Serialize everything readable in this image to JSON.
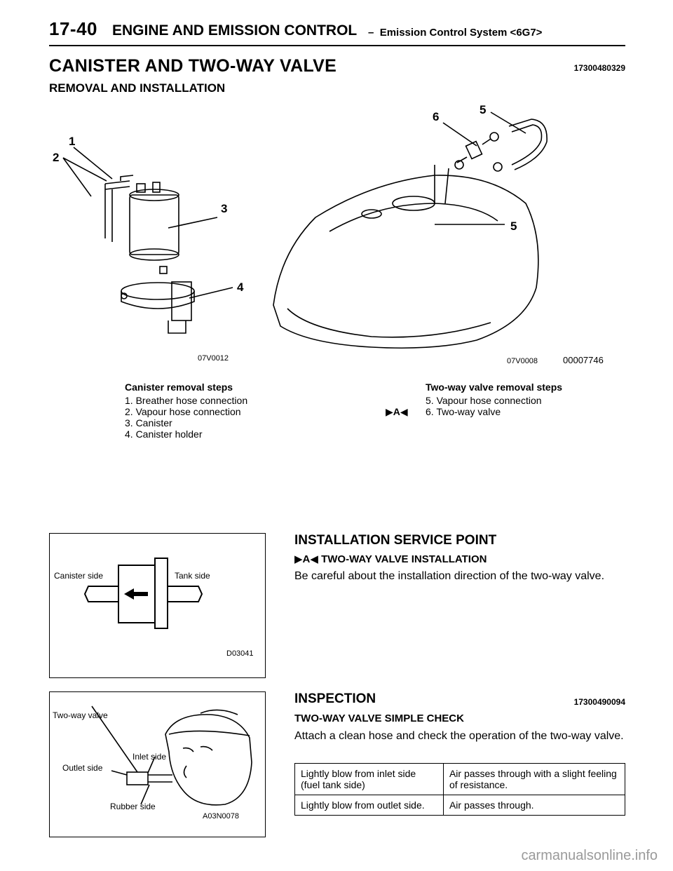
{
  "header": {
    "page_number": "17-40",
    "title": "ENGINE AND EMISSION CONTROL",
    "separator": "–",
    "subtitle": "Emission Control System <6G7>"
  },
  "section": {
    "title": "CANISTER AND TWO-WAY VALVE",
    "code": "17300480329",
    "subtitle": "REMOVAL AND INSTALLATION"
  },
  "figure_main": {
    "callouts": [
      "1",
      "2",
      "3",
      "4",
      "5",
      "6",
      "5"
    ],
    "left_code": "07V0012",
    "right_code": "07V0008",
    "ref": "00007746"
  },
  "canister_steps": {
    "heading": "Canister removal steps",
    "items": [
      "1. Breather hose connection",
      "2. Vapour hose connection",
      "3. Canister",
      "4. Canister holder"
    ]
  },
  "valve_steps": {
    "heading": "Two-way valve removal steps",
    "items": [
      "5. Vapour hose connection",
      "6. Two-way valve"
    ],
    "marker": "A"
  },
  "installation": {
    "title": "INSTALLATION SERVICE POINT",
    "point_marker": "A",
    "point_title": "TWO-WAY VALVE INSTALLATION",
    "text": "Be careful about the installation direction of the two-way valve.",
    "figure": {
      "left_label": "Canister side",
      "right_label": "Tank side",
      "code": "D03041"
    }
  },
  "inspection": {
    "title": "INSPECTION",
    "code": "17300490094",
    "check_title": "TWO-WAY VALVE SIMPLE CHECK",
    "text": "Attach a clean hose and check the operation of the two-way valve.",
    "table": [
      [
        "Lightly blow from inlet side (fuel tank side)",
        "Air passes through with a slight feeling of resistance."
      ],
      [
        "Lightly blow from outlet side.",
        "Air passes through."
      ]
    ],
    "figure": {
      "label_valve": "Two-way valve",
      "label_inlet": "Inlet side",
      "label_outlet": "Outlet side",
      "label_rubber": "Rubber side",
      "code": "A03N0078"
    }
  },
  "watermark": "carmanualsonline.info"
}
